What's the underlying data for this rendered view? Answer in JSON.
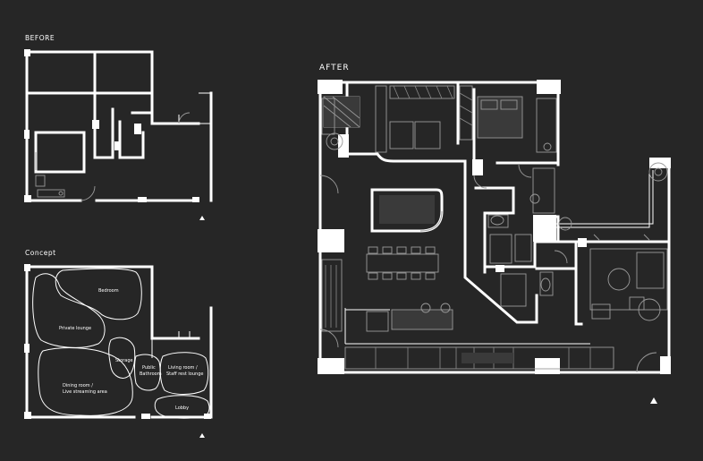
{
  "labels": {
    "before": "BEFORE",
    "concept": "Concept",
    "after": "AFTER"
  },
  "zones": {
    "bedroom": "Bedroom",
    "private_lounge": "Private lounge",
    "storage": "Storage",
    "public_bathroom_1": "Public",
    "public_bathroom_2": "Bathroom",
    "living_room_1": "Living room /",
    "living_room_2": "Staff rest lounge",
    "dining_room_1": "Dining room /",
    "dining_room_2": "Live streaming area",
    "lobby": "Lobby"
  },
  "colors": {
    "background": "#262626",
    "lines": "#ffffff",
    "furniture": "#9a9a9a"
  },
  "icons": {
    "north_marker": "triangle-icon"
  }
}
